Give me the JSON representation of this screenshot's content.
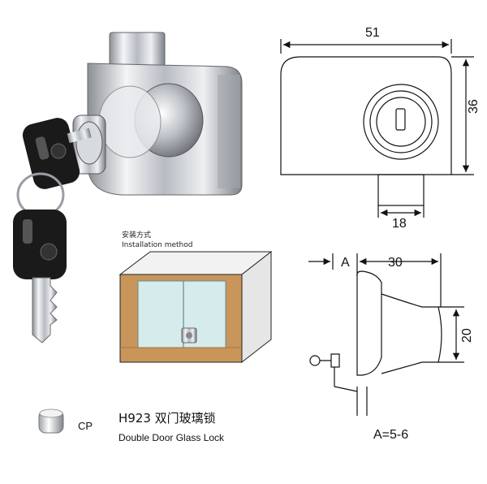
{
  "dimensions": {
    "width": "51",
    "height": "36",
    "cylinder": "18",
    "offset_label": "A",
    "depth": "30",
    "knob_height": "20",
    "a_range": "A=5-6"
  },
  "installation": {
    "title_cn": "安装方式",
    "title_en": "Installation method"
  },
  "product": {
    "finish": "CP",
    "model_line": "H923  双门玻璃锁",
    "name_en": "Double Door Glass Lock"
  },
  "colors": {
    "wood": "#c8955a",
    "wood_dark": "#a8733d",
    "glass": "#d6ecec",
    "chrome": "#c9ccd2",
    "key": "#1a1a1a"
  }
}
